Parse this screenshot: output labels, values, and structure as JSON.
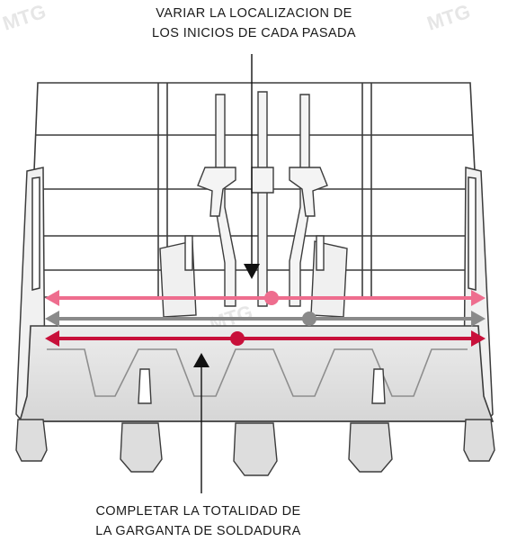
{
  "top_label": {
    "line1": "VARIAR LA LOCALIZACION DE",
    "line2": "LOS INICIOS DE CADA PASADA"
  },
  "bottom_label": {
    "line1": "COMPLETAR LA TOTALIDAD DE",
    "line2": "LA GARGANTA DE SOLDADURA"
  },
  "watermark": "MTG",
  "colors": {
    "pass_top": "#ee6d8e",
    "pass_middle": "#8a8a8a",
    "pass_bottom": "#c8103a",
    "bucket_body": "#e4e4e4",
    "bucket_edge": "#3c3c3c"
  }
}
